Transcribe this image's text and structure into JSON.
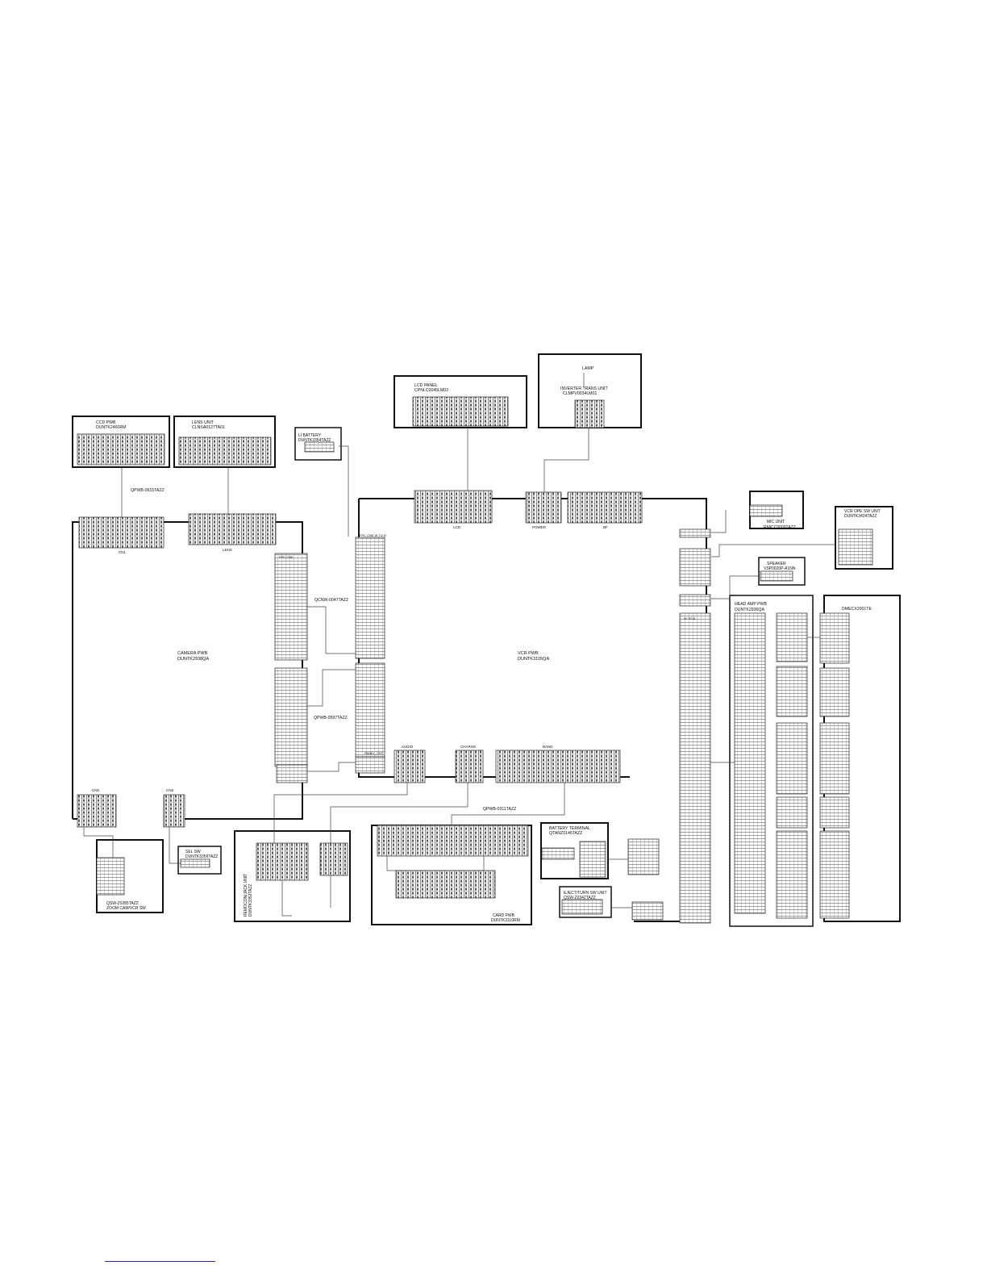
{
  "boards": {
    "ccd_pwb": {
      "name": "CCD PWB",
      "part": "DUNTK2460RM"
    },
    "lens_unit": {
      "name": "LENS UNIT",
      "part": "CLNSA0127TA01"
    },
    "li_battery": {
      "name": "LI BATTERY",
      "part": "DUNTK3354TAZZ"
    },
    "lcd_panel": {
      "name": "LCD PANEL",
      "part": "CPNLC0045LM02"
    },
    "lamp": {
      "name": "LAMP"
    },
    "inverter": {
      "name": "INVERTER TRANS UNIT",
      "part": "CLMPV0034LM01"
    },
    "mic_unit": {
      "name": "MIC UNIT",
      "part": "RMICC0009TAZZ"
    },
    "vcr_ope_sw": {
      "name": "VCR OPE SW UNIT",
      "part": "DUNTK3434TAZZ"
    },
    "speaker": {
      "name": "SPEAKER",
      "part": "VSP0020P-A1NN"
    },
    "camera_pwb": {
      "name": "CAMERA PWB",
      "part": "DUNTK2938QA"
    },
    "vcr_pwb": {
      "name": "VCR PWB",
      "part": "DUNTK3105QA"
    },
    "head_amp_pwb": {
      "name": "HEAD AMP PWB",
      "part": "DUNTK2936QA"
    },
    "dmecx": {
      "name": "DMECX2001TE"
    },
    "sel_sw": {
      "name": "SEL SW",
      "part": "DUNTK3356TAZZ"
    },
    "zoom_sw": {
      "part": "QSW-Z0285TAZZ",
      "name": "ZOOM CAM/VCR SW"
    },
    "remocon_jack": {
      "name": "REMOCON/JACK UNIT",
      "part": "DUNTK3352TAZZ"
    },
    "card_pwb": {
      "name": "CARD PWB",
      "part": "DUNTK3110RM"
    },
    "battery_terminal": {
      "name": "BATTERY TERMINAL",
      "part": "QTANZ0146TAZZ"
    },
    "eject_turn_sw": {
      "name": "EJECT/TURN SW UNIT",
      "part": "QSW-Z0342TAZZ"
    }
  },
  "cables": {
    "fpc_ccd_cam": "QPWB-0615TAZZ",
    "fpc_cam_vcr": "QCNW-0047TAZZ",
    "fpc_cam_vcr_lower": "QPWB-0597TAZZ",
    "fpc_card": "QPWB-0311TAZZ"
  },
  "connector_labels": {
    "cam_ccd": "CN1",
    "cam_lens": "LENS",
    "vcr_lcd": "LCD",
    "vcr_power": "POWER",
    "vcr_bf": "BF",
    "vcr_audio": "AUDIO",
    "vcr_charge": "CHARGE",
    "vcr_band": "BAND",
    "cam_cn5": "CN5",
    "cam_cn6": "CN6",
    "fpc_to_b": "FPC CNE  W TO B",
    "fpc_cne": "FPC CNE",
    "panel_cnt": "PANEL_CNT",
    "wire_to_b": "W TO B"
  }
}
